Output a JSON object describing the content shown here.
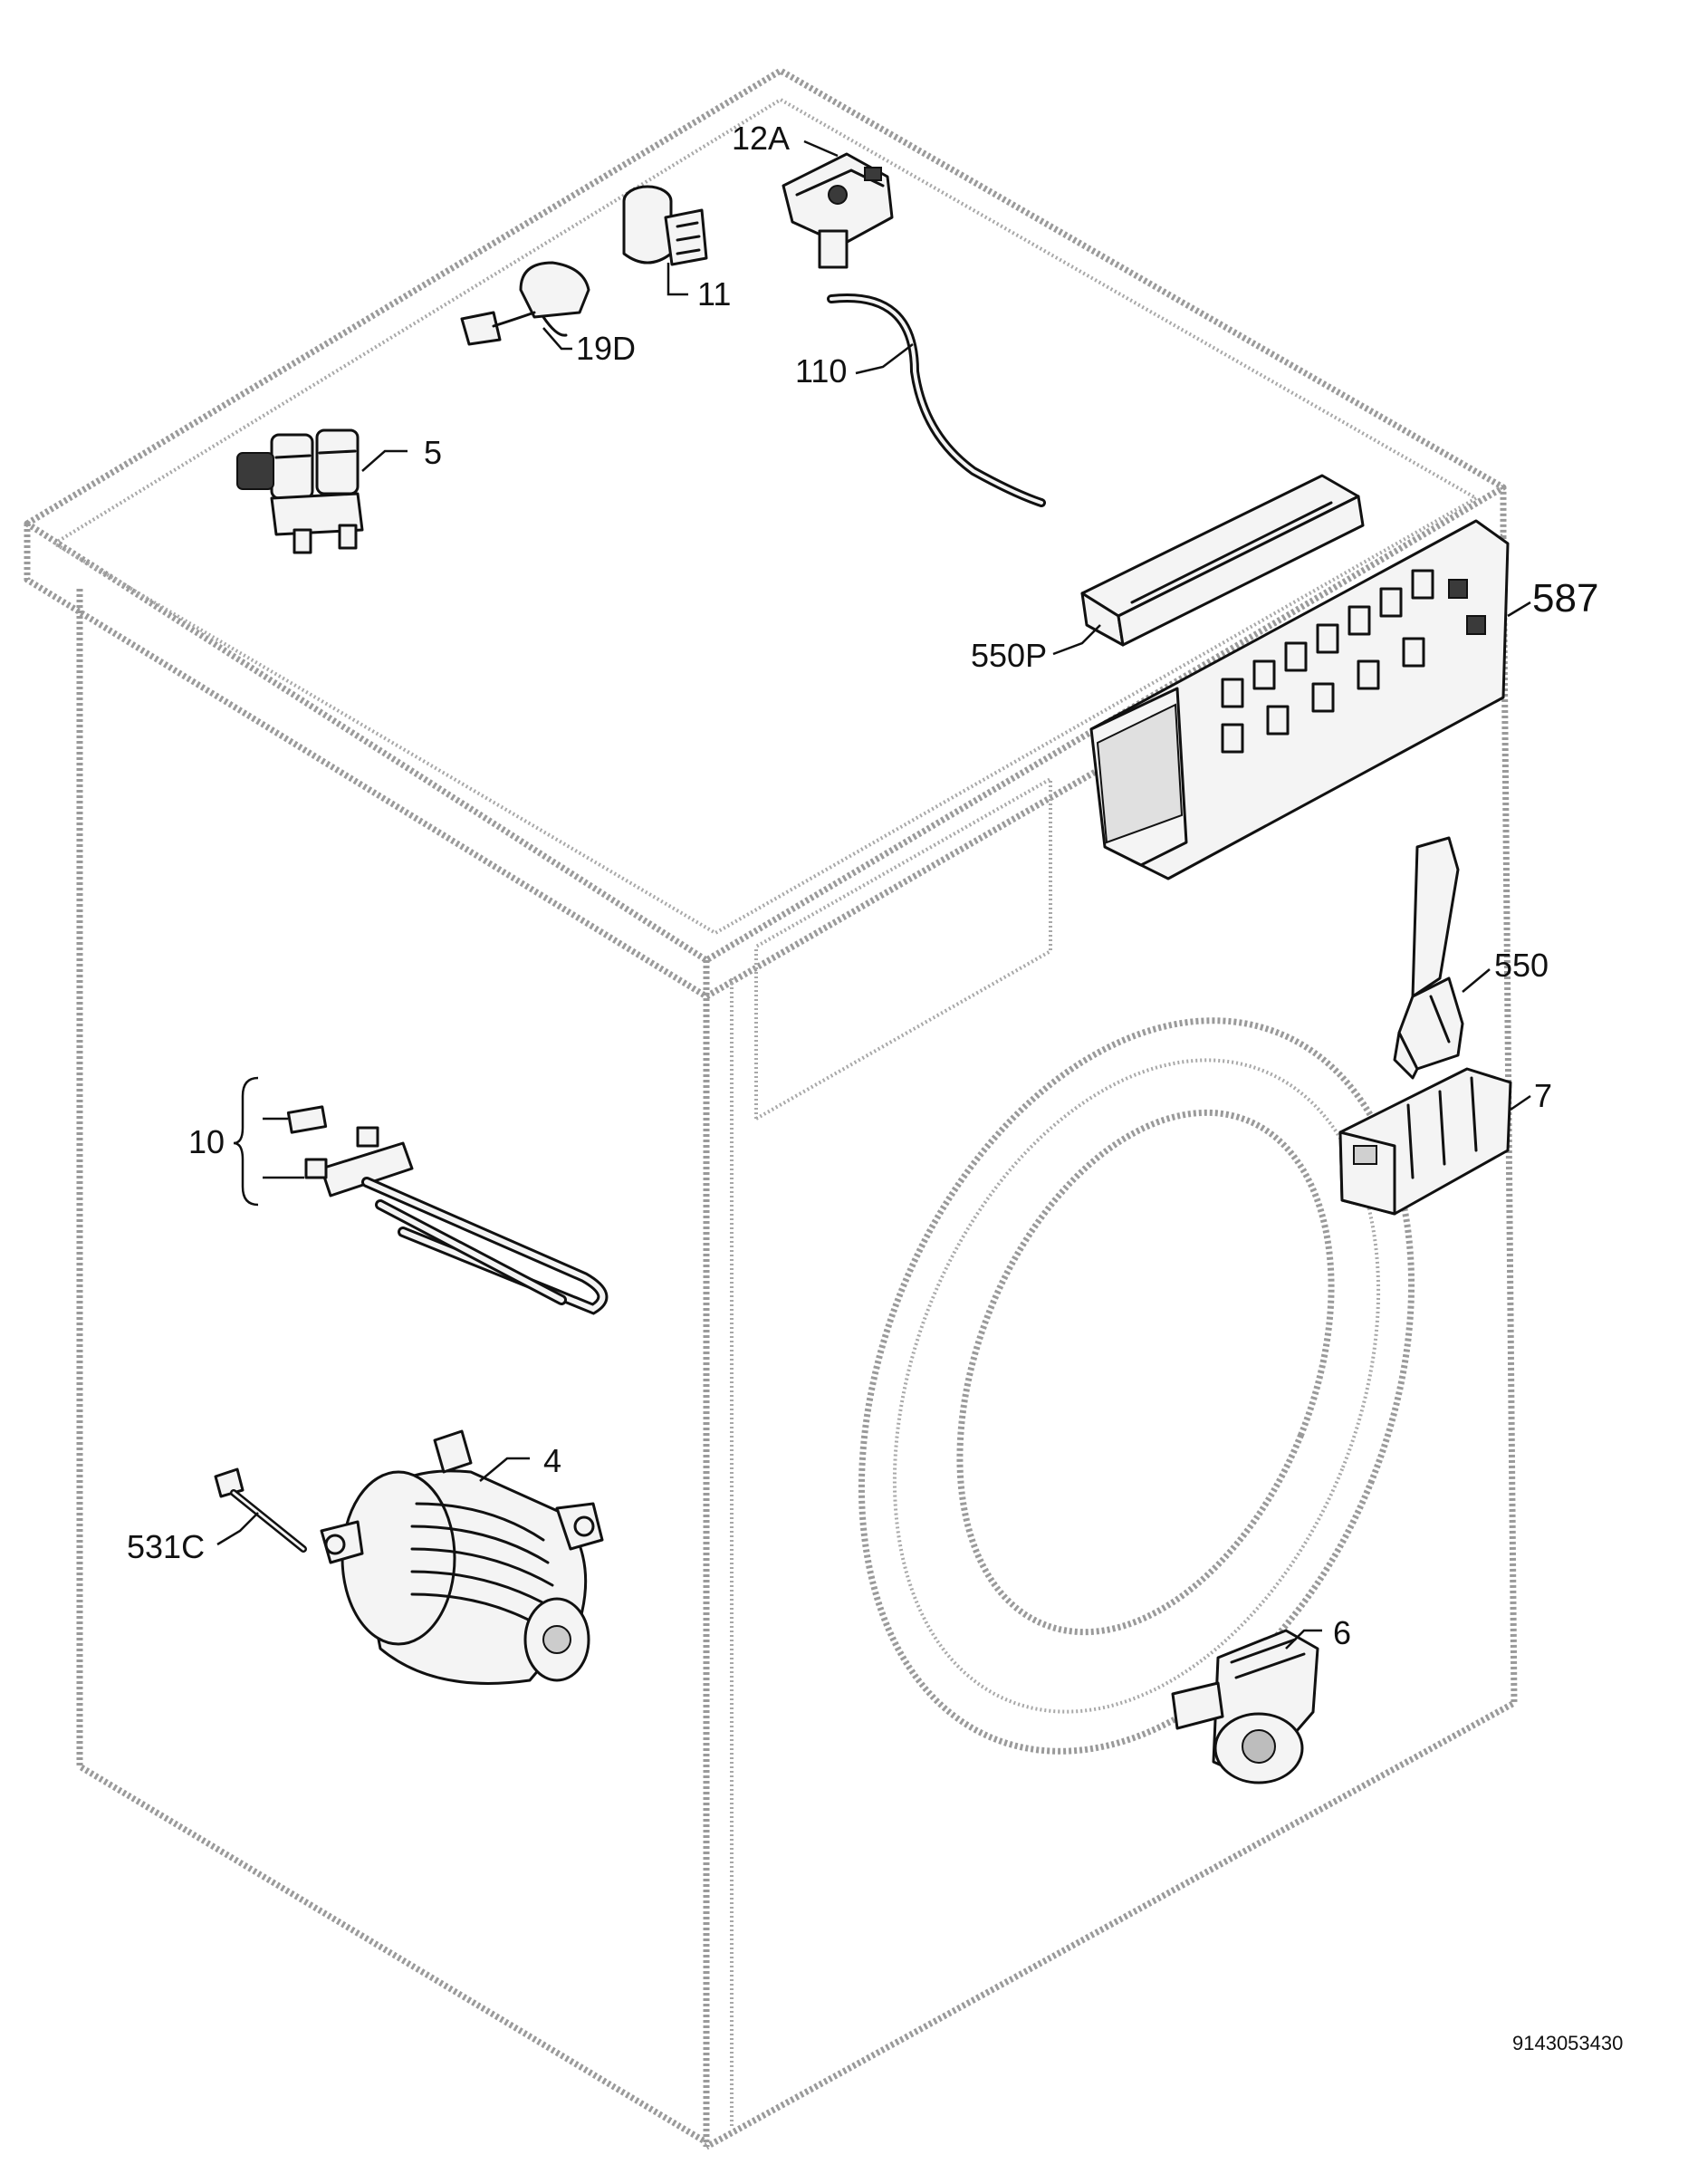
{
  "diagram": {
    "document_number": "9143053430",
    "callouts": [
      {
        "id": "12A",
        "label": "12A"
      },
      {
        "id": "11",
        "label": "11"
      },
      {
        "id": "19D",
        "label": "19D"
      },
      {
        "id": "110",
        "label": "110"
      },
      {
        "id": "5",
        "label": "5"
      },
      {
        "id": "550P",
        "label": "550P"
      },
      {
        "id": "587",
        "label": "587"
      },
      {
        "id": "550",
        "label": "550"
      },
      {
        "id": "7",
        "label": "7"
      },
      {
        "id": "10",
        "label": "10"
      },
      {
        "id": "4",
        "label": "4"
      },
      {
        "id": "531C",
        "label": "531C"
      },
      {
        "id": "6",
        "label": "6"
      }
    ]
  }
}
